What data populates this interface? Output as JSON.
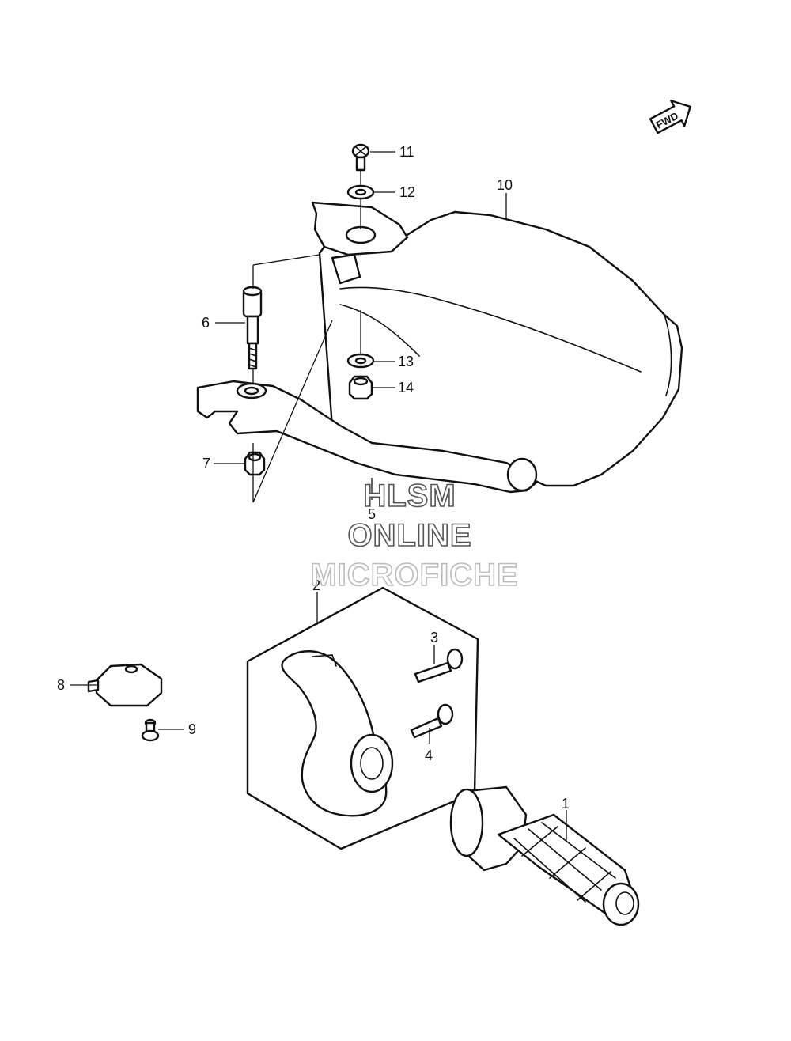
{
  "fwd_marker": "FWD",
  "watermark": {
    "line1": "HLSM",
    "line2": "ONLINE",
    "line3": "MICROFICHE"
  },
  "callouts": {
    "p1": "1",
    "p2": "2",
    "p3": "3",
    "p4": "4",
    "p5": "5",
    "p6": "6",
    "p7": "7",
    "p8": "8",
    "p9": "9",
    "p10": "10",
    "p11": "11",
    "p12": "12",
    "p13": "13",
    "p14": "14"
  },
  "colors": {
    "line": "#111111",
    "background": "#ffffff"
  }
}
